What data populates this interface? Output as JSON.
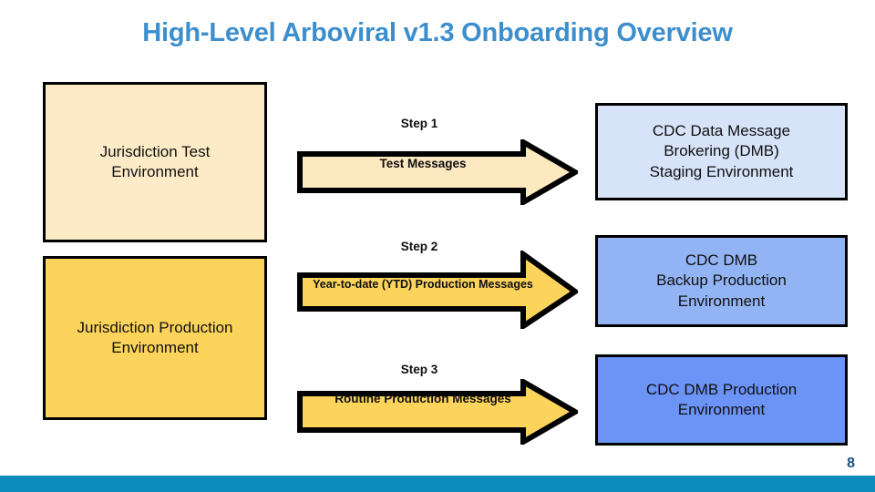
{
  "slide": {
    "title": "High-Level Arboviral v1.3 Onboarding Overview",
    "page_number": "8"
  },
  "colors": {
    "title_blue": "#3d8ecc",
    "footer_teal": "#0b8cba",
    "page_number_navy": "#1f4e79",
    "box_test_cream": "#fdebc8",
    "box_prod_gold": "#fcd45c",
    "box_staging_light_blue": "#d7e3f8",
    "box_backup_blue": "#93b4f4",
    "box_production_blue": "#6c93f6",
    "arrow_step1_cream": "#fde9c0",
    "arrow_step2_gold": "#fcd45c",
    "arrow_step3_gold": "#fcd45c",
    "outline_black": "#000000"
  },
  "source_boxes": [
    {
      "id": "jurisdiction-test",
      "label": "Jurisdiction Test\nEnvironment"
    },
    {
      "id": "jurisdiction-production",
      "label": "Jurisdiction Production\nEnvironment"
    }
  ],
  "steps": [
    {
      "id": "step-1",
      "step_label": "Step 1",
      "arrow_text": "Test Messages",
      "arrow_fill": "#fde9c0"
    },
    {
      "id": "step-2",
      "step_label": "Step 2",
      "arrow_text": "Year-to-date (YTD) Production Messages",
      "arrow_fill": "#fcd45c"
    },
    {
      "id": "step-3",
      "step_label": "Step 3",
      "arrow_text": "Routine Production Messages",
      "arrow_fill": "#fcd45c"
    }
  ],
  "destination_boxes": [
    {
      "id": "dmb-staging",
      "label": "CDC Data Message\nBrokering (DMB)\nStaging Environment"
    },
    {
      "id": "dmb-backup",
      "label": "CDC DMB\nBackup Production\nEnvironment"
    },
    {
      "id": "dmb-production",
      "label": "CDC DMB Production\nEnvironment"
    }
  ]
}
